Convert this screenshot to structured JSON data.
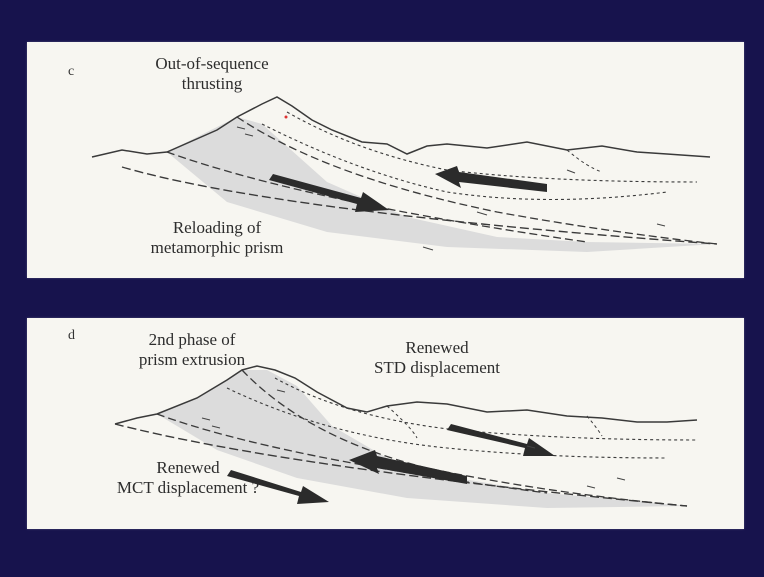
{
  "panels": {
    "c": {
      "letter": "c",
      "label_top": [
        "Out-of-sequence",
        "thrusting"
      ],
      "label_bottom": [
        "Reloading of",
        "metamorphic prism"
      ]
    },
    "d": {
      "letter": "d",
      "label_left": [
        "2nd phase of",
        "prism extrusion"
      ],
      "label_right": [
        "Renewed",
        "STD displacement"
      ],
      "label_bottom": [
        "Renewed",
        "MCT displacement ?"
      ]
    }
  },
  "colors": {
    "background": "#17134d",
    "panel": "#f7f6f1",
    "prism_fill": "#dcdcdc",
    "line": "#3a3a3a",
    "arrow": "#2b2b2b"
  }
}
